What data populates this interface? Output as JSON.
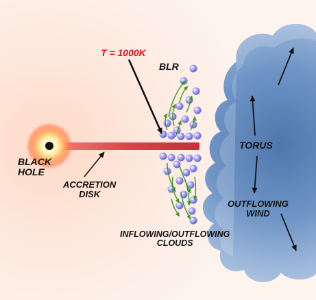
{
  "labels": {
    "temperature": "T = 1000K",
    "blr": "BLR",
    "black_hole": [
      "BLACK",
      "HOLE"
    ],
    "accretion_disk": [
      "ACCRETION",
      "DISK"
    ],
    "torus": "TORUS",
    "outflowing_wind": [
      "OUTFLOWING",
      "WIND"
    ],
    "clouds": [
      "INFLOWING/OUTFLOWING",
      "CLOUDS"
    ]
  },
  "colors": {
    "background": "#fdf1ea",
    "glow": "#ff8a5c",
    "disk": "#d9434a",
    "torus": "#6f95c6",
    "cloud_sphere": "#8b8be8",
    "cloud_arrow": "#3a9a1e",
    "annotation_red": "#e0101c"
  }
}
